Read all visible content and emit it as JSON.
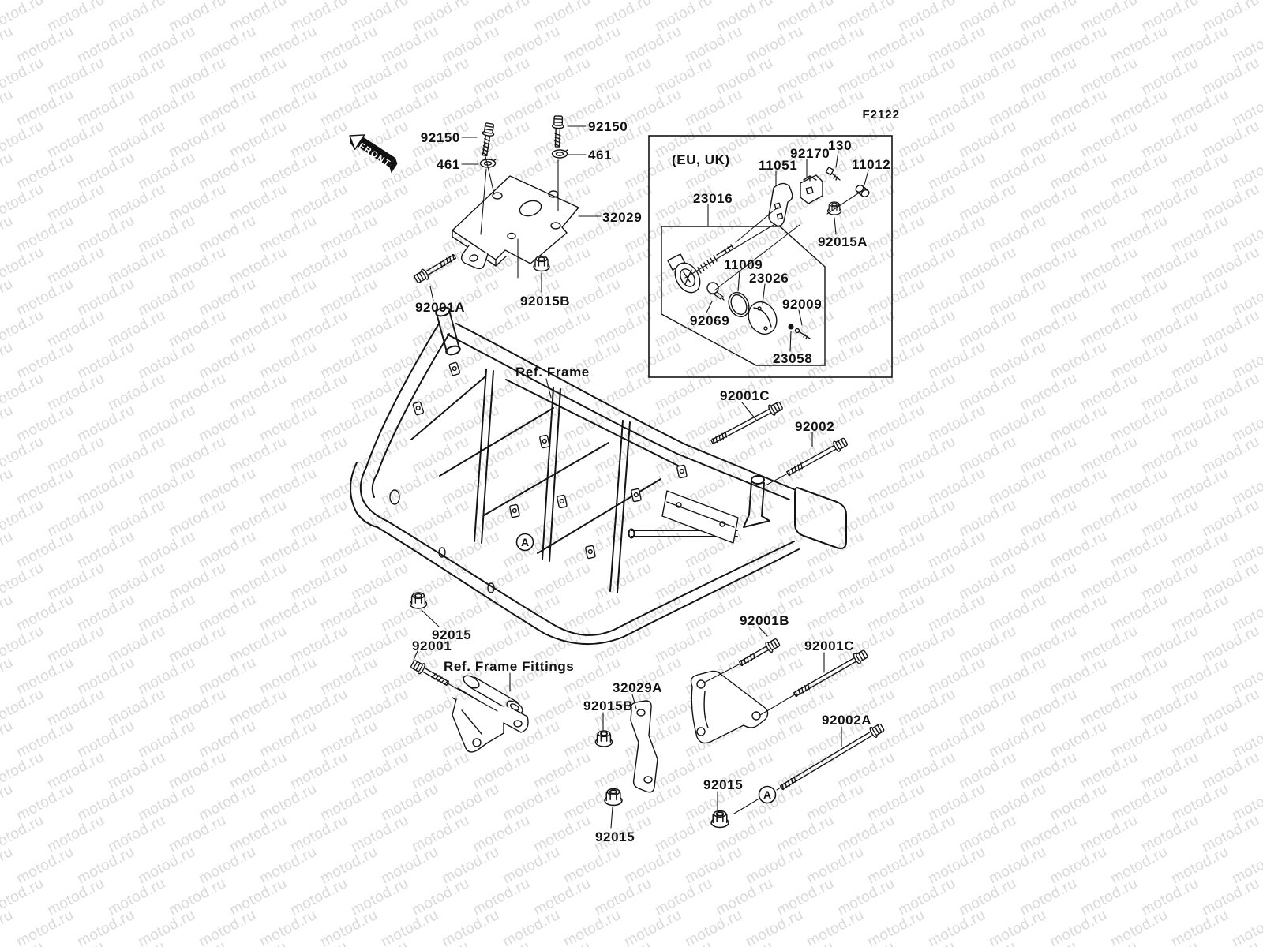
{
  "watermark": {
    "text": "motod.ru",
    "color": "#d9d9d9"
  },
  "figure_code": "F2122",
  "labels": {
    "front_arrow": "FRONT",
    "bolt_92150_left": "92150",
    "washer_461_left": "461",
    "bolt_92150_right": "92150",
    "washer_461_right": "461",
    "bracket_32029": "32029",
    "bolt_92001a": "92001A",
    "nut_92015b_top": "92015B",
    "region_eu_uk": "(EU, UK)",
    "cable_23016": "23016",
    "bracket_11051": "11051",
    "clamp_92170": "92170",
    "screw_130": "130",
    "cap_11012": "11012",
    "nut_92015a": "92015A",
    "oring_11009": "11009",
    "lens_23026": "23026",
    "bulb_92069": "92069",
    "screw_92009": "92009",
    "grommet_23058": "23058",
    "ref_frame": "Ref. Frame",
    "bolt_92001c_top": "92001C",
    "bolt_92002": "92002",
    "nut_92015_frame": "92015",
    "bolt_92001": "92001",
    "ref_frame_fittings": "Ref. Frame Fittings",
    "bracket_32029a_left": "32029A",
    "nut_92015b_bottom": "92015B",
    "bolt_92001b": "92001B",
    "bolt_92001c_bottom": "92001C",
    "bolt_92002a": "92002A",
    "nut_92015_mid": "92015",
    "nut_92015_bottom_left": "92015",
    "detail_marker": "A"
  }
}
